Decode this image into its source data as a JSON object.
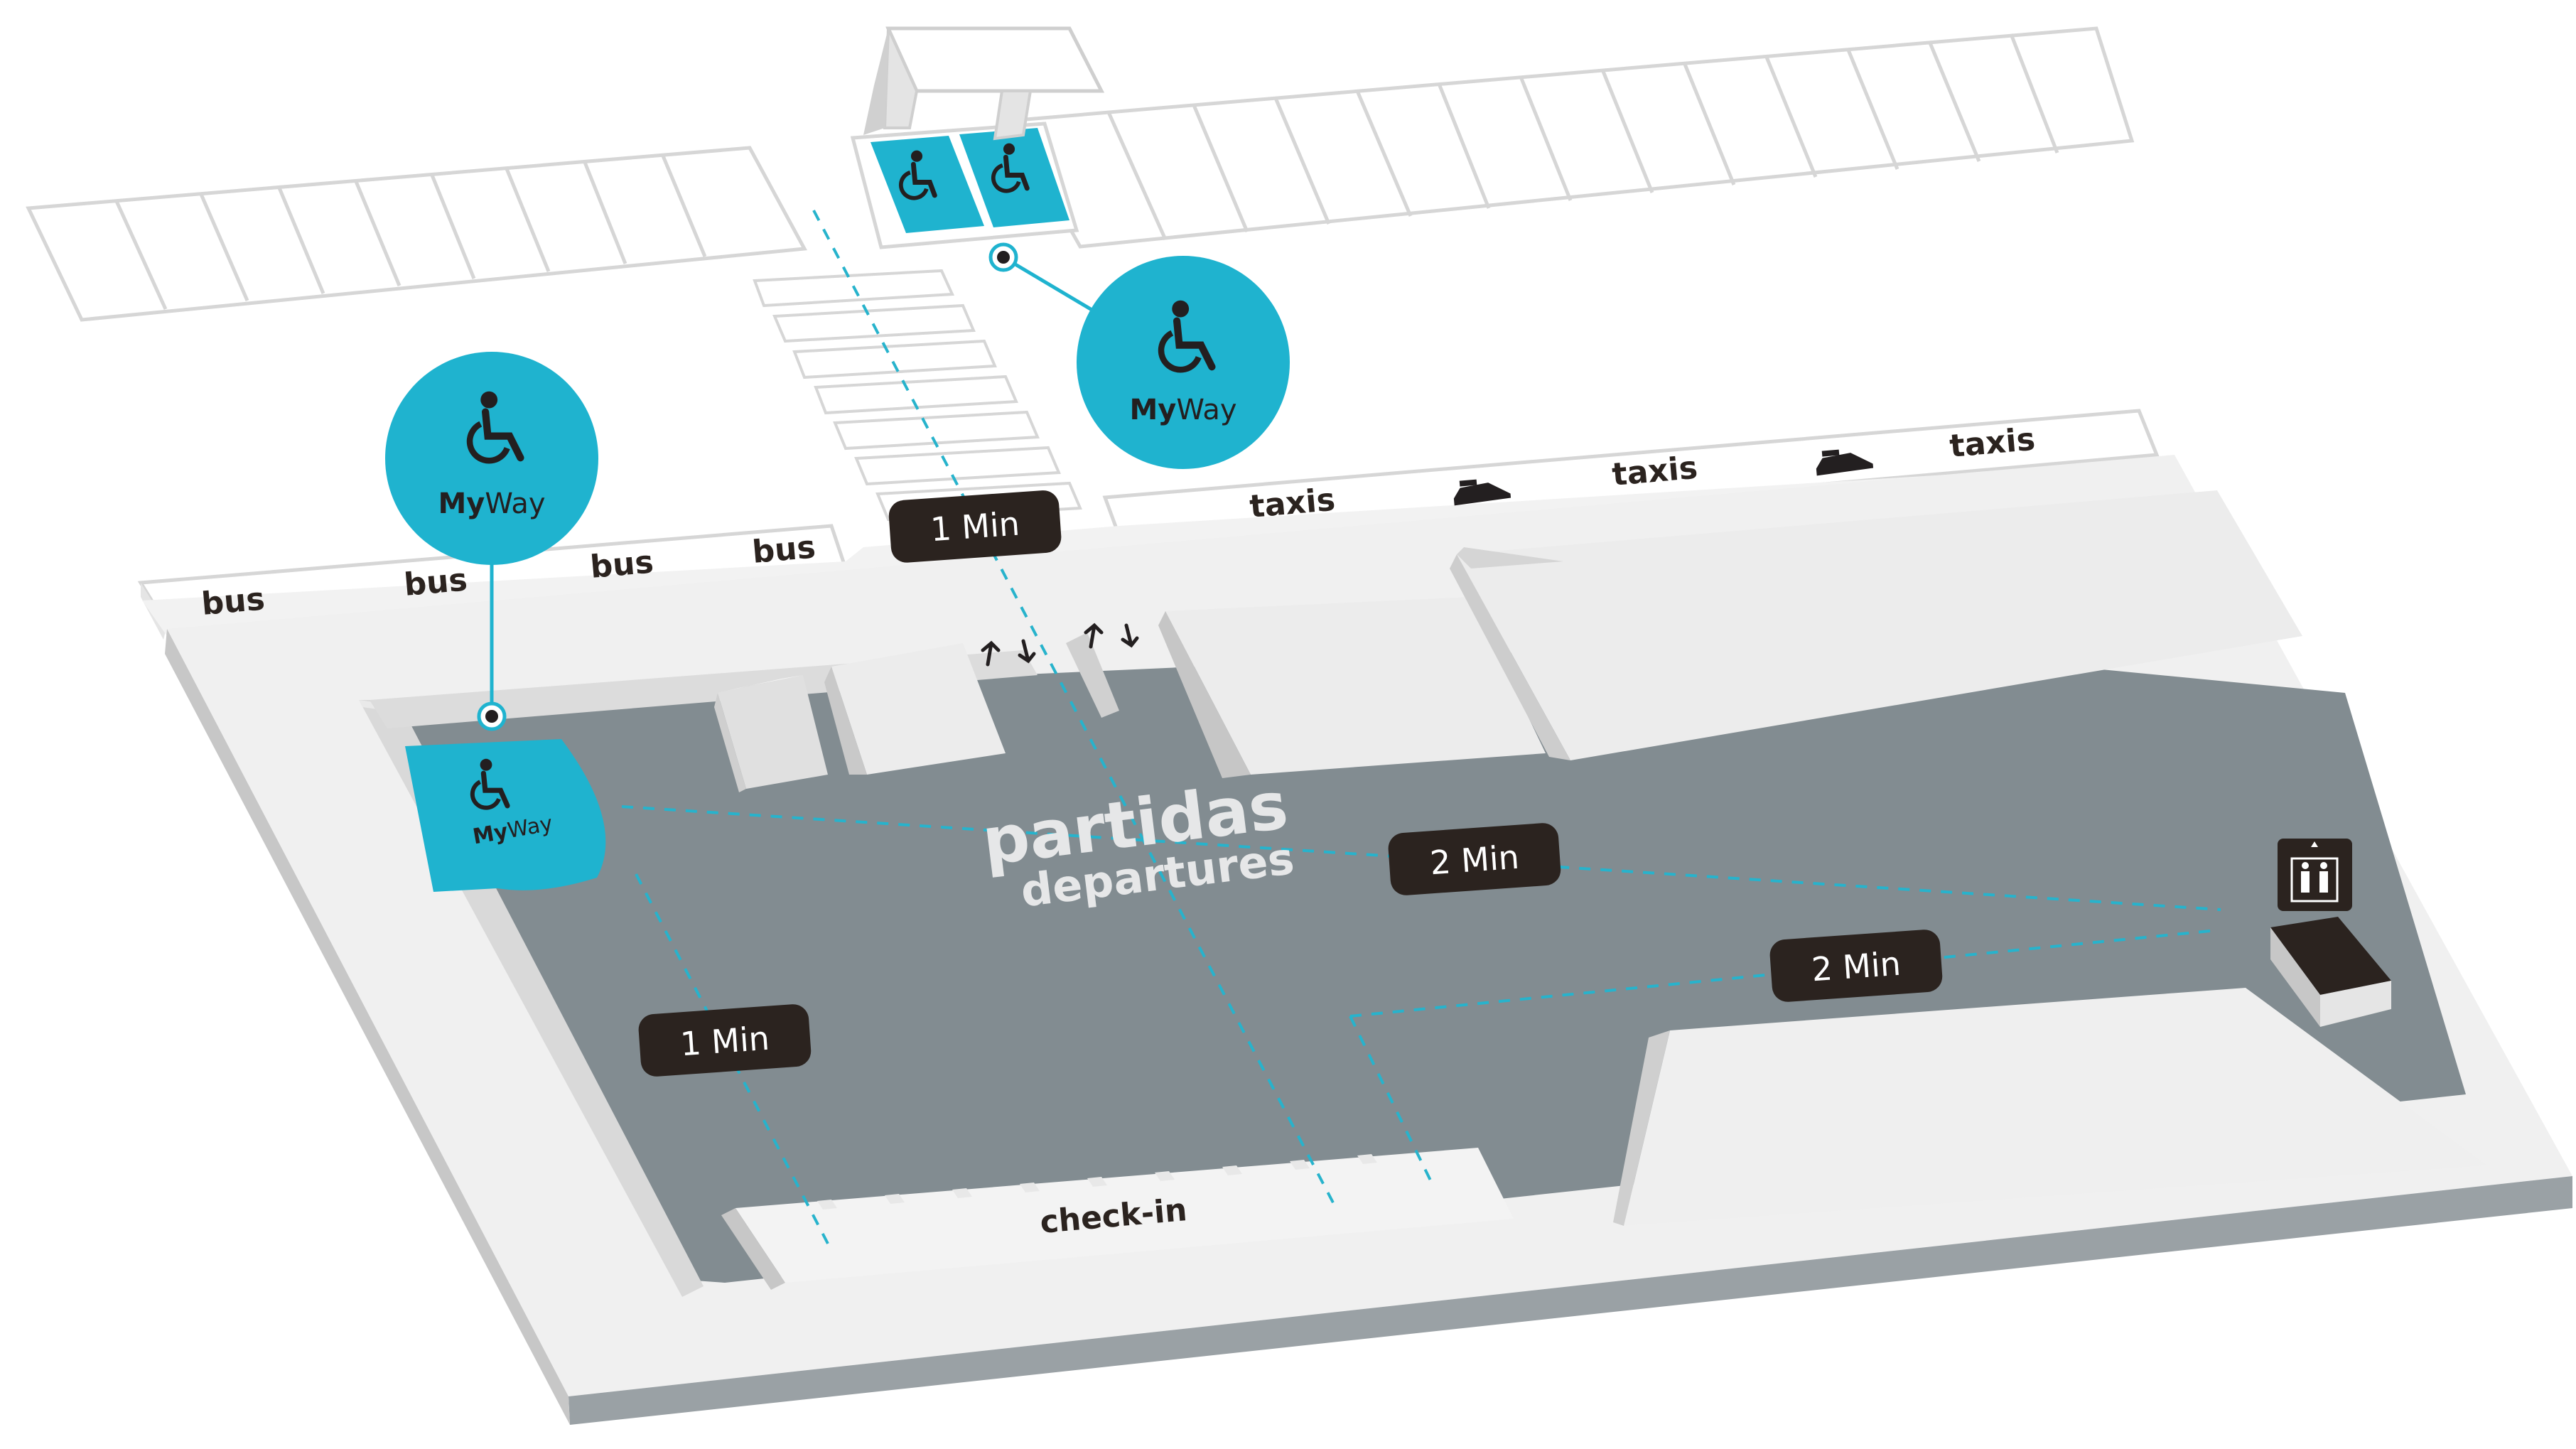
{
  "floor": {
    "title": "partidas",
    "subtitle": "departures"
  },
  "bus_labels": [
    "bus",
    "bus",
    "bus",
    "bus"
  ],
  "taxi_labels": [
    "taxis",
    "taxis",
    "taxis"
  ],
  "checkin_label": "check-in",
  "time_badges": {
    "top": "1 Min",
    "left": "1 Min",
    "center": "2 Min",
    "right": "2 Min"
  },
  "myway_left": {
    "bold": "My",
    "regular": "Way"
  },
  "myway_right": {
    "bold": "My",
    "regular": "Way"
  },
  "myway_floor": {
    "bold": "My",
    "regular": "Way"
  },
  "colors": {
    "accent": "#1fb3cf",
    "badge": "#2b231f",
    "floor": "#828c91",
    "wall": "#ededed",
    "wall_shadow": "#c9c9c9",
    "route": "#27b3cc"
  }
}
